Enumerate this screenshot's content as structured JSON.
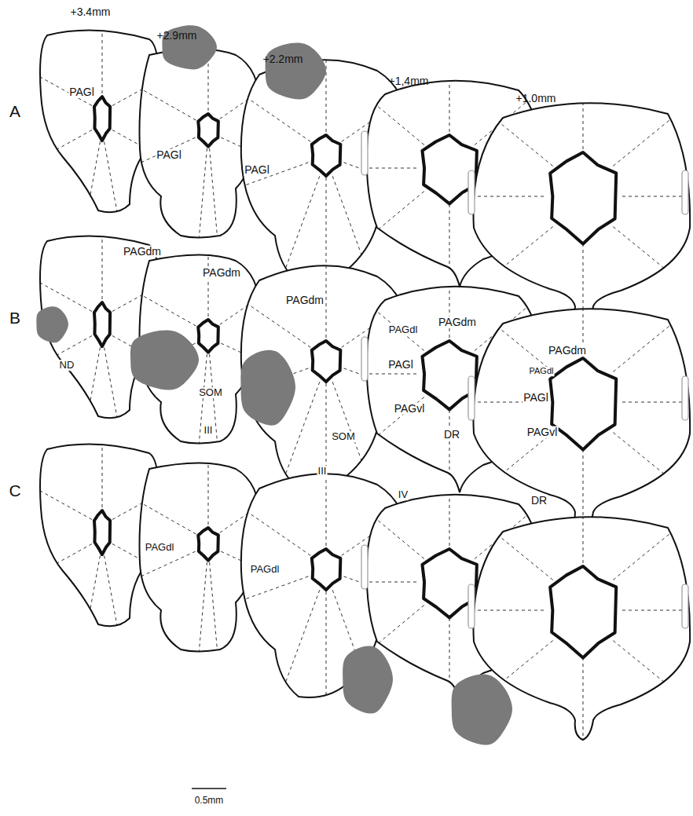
{
  "diagram": {
    "labels": [
      "+3.4mm",
      "+2.9mm",
      "+2.2mm",
      "+1,4mm",
      "+1.0mm",
      "A",
      "PAGl",
      "PAGl",
      "PAGl",
      "B",
      "PAGdm",
      "ND",
      "PAGdm",
      "SOM",
      "III",
      "PAGdm",
      "SOM",
      "III",
      "PAGdl",
      "PAGdm",
      "PAGl",
      "PAGvl",
      "DR",
      "IV",
      "PAGdm",
      "PAGdl",
      "PAGl",
      "PAGvl",
      "DR",
      "C",
      "PAGdl",
      "PAGdl",
      "0.5mm"
    ]
  }
}
